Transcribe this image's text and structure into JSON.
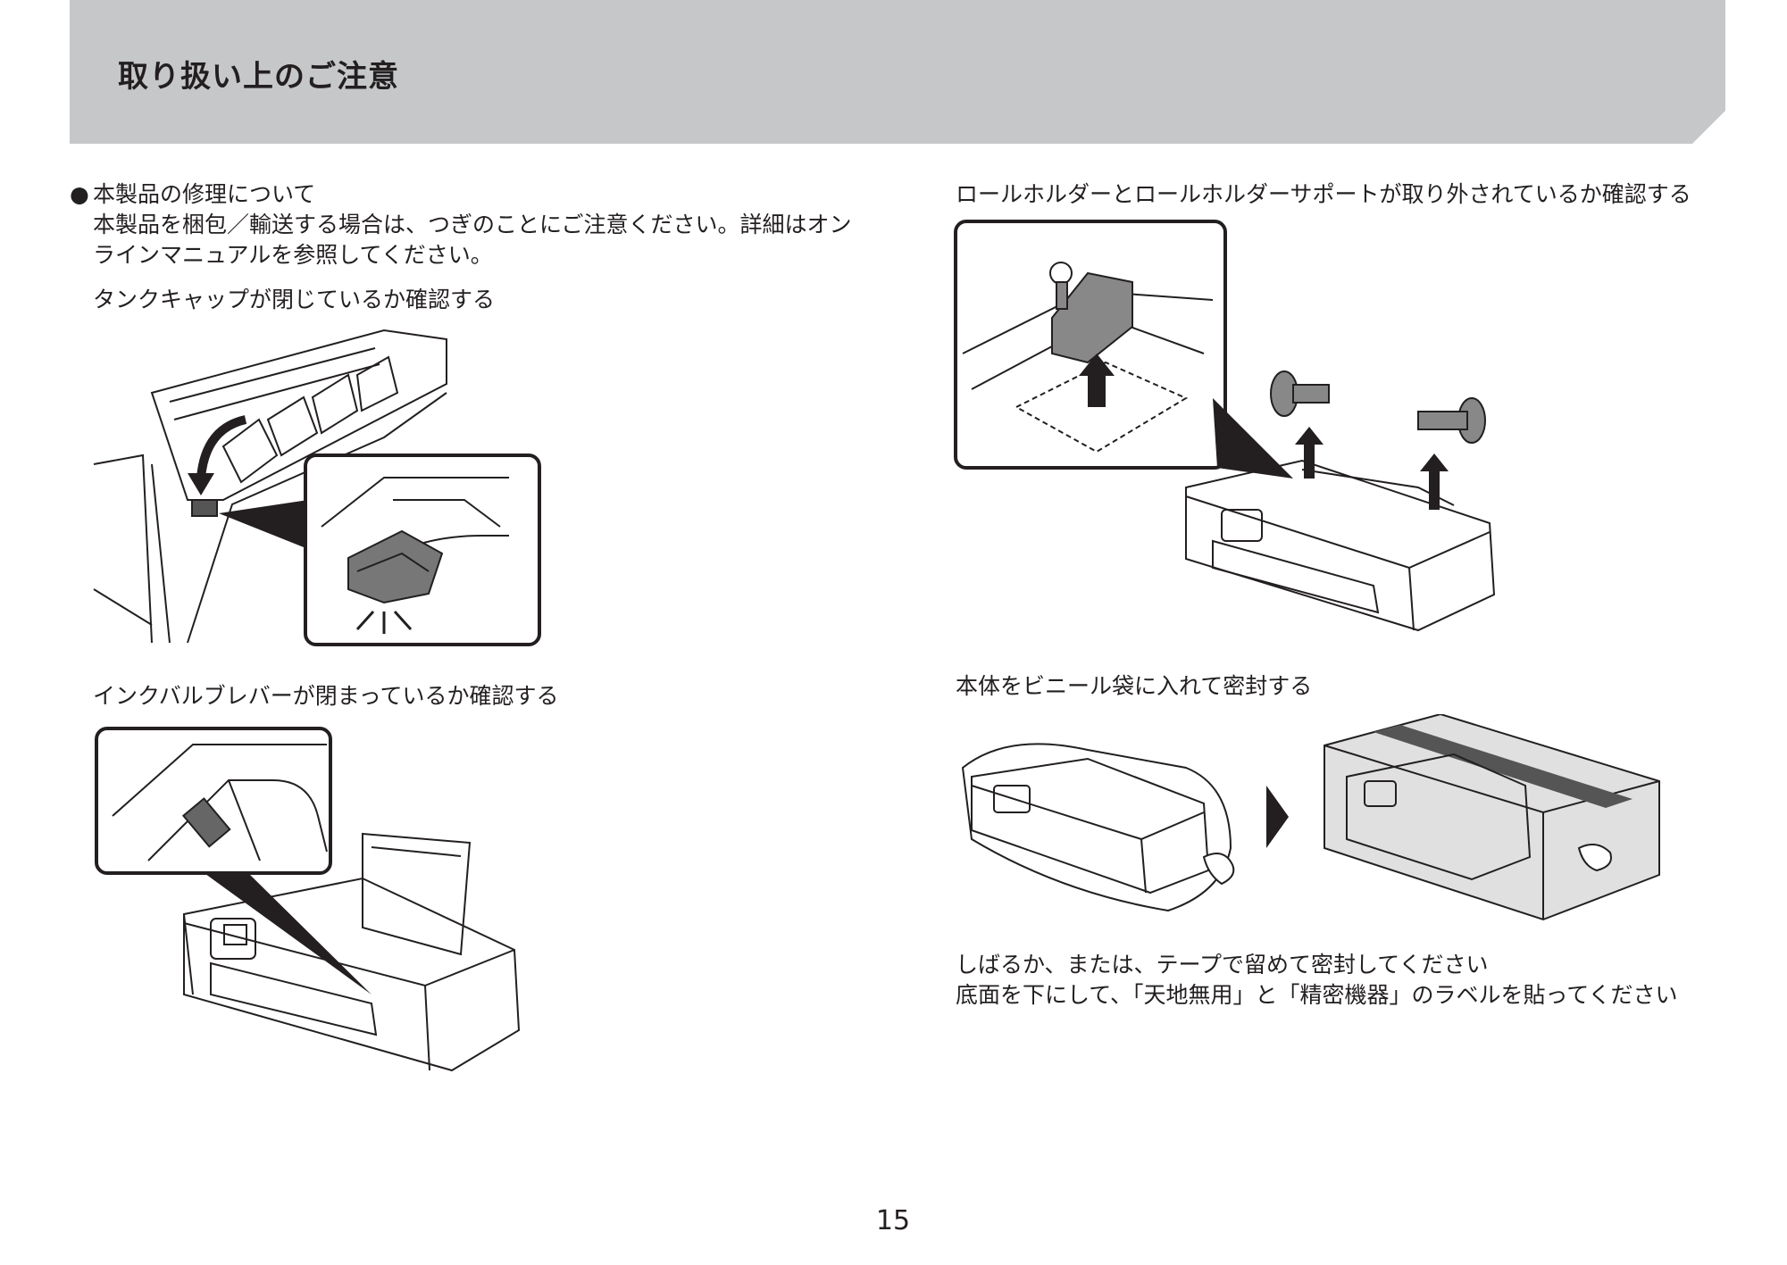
{
  "header": {
    "title": "取り扱い上のご注意",
    "bg_color": "#c6c7c9"
  },
  "section": {
    "bullet": "●",
    "heading": "本製品の修理について",
    "intro_line1": "本製品を梱包／輸送する場合は、つぎのことにご注意ください。詳細はオン",
    "intro_line2": "ラインマニュアルを参照してください。"
  },
  "checks": {
    "tank_cap": "タンクキャップが閉じているか確認する",
    "ink_valve_lever": "インクバルブレバーが閉まっているか確認する",
    "roll_holder": "ロールホルダーとロールホルダーサポートが取り外されているか確認する",
    "vinyl_bag": "本体をビニール袋に入れて密封する"
  },
  "notes": {
    "line1": "しばるか、または、テープで留めて密封してください",
    "line2": "底面を下にして、「天地無用」と「精密機器」のラベルを貼ってください"
  },
  "page_number": "15"
}
